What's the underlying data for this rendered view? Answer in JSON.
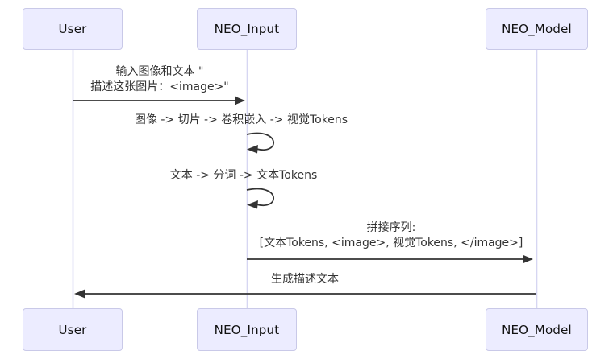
{
  "diagram": {
    "type": "sequence-diagram",
    "actors": [
      {
        "id": "user",
        "label": "User"
      },
      {
        "id": "neo-input",
        "label": "NEO_Input"
      },
      {
        "id": "neo-model",
        "label": "NEO_Model"
      }
    ],
    "messages": [
      {
        "from": "User",
        "to": "NEO_Input",
        "style": "solid-arrow-right",
        "lines": [
          "输入图像和文本 \"",
          "描述这张图片：<image>\""
        ]
      },
      {
        "from": "NEO_Input",
        "to": "NEO_Input",
        "style": "self-loop",
        "lines": [
          "图像 -> 切片 -> 卷积嵌入 -> 视觉Tokens"
        ]
      },
      {
        "from": "NEO_Input",
        "to": "NEO_Input",
        "style": "self-loop",
        "lines": [
          "文本 -> 分词 -> 文本Tokens"
        ]
      },
      {
        "from": "NEO_Input",
        "to": "NEO_Model",
        "style": "solid-arrow-right",
        "lines": [
          "拼接序列:",
          "[文本Tokens, <image>, 视觉Tokens, </image>]"
        ]
      },
      {
        "from": "NEO_Model",
        "to": "User",
        "style": "solid-arrow-left",
        "lines": [
          "生成描述文本"
        ]
      }
    ],
    "colors": {
      "actor_fill": "#ECECFF",
      "actor_border": "#C9C9E8",
      "lifeline": "#D6D6F2",
      "arrow": "#333333",
      "message_text": "#333333",
      "background": "#FFFFFF"
    }
  }
}
